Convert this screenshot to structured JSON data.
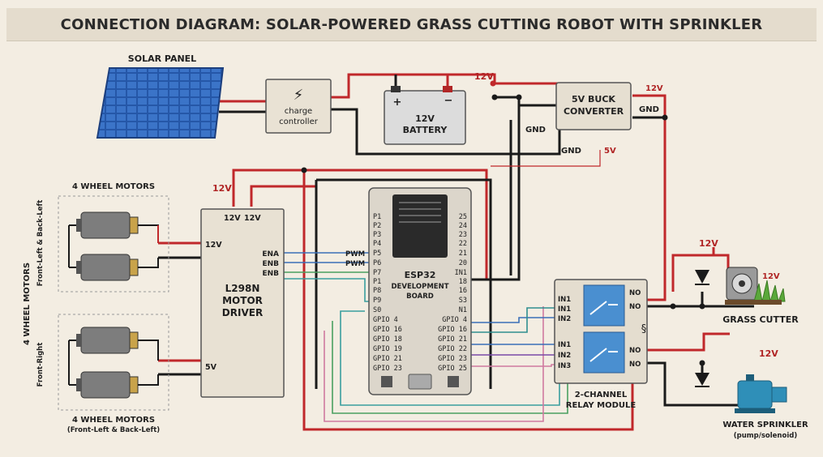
{
  "title": "CONNECTION DIAGRAM: SOLAR-POWERED GRASS CUTTING ROBOT WITH SPRINKLER",
  "solar_panel": {
    "label": "SOLAR PANEL"
  },
  "charge_controller": {
    "line1": "charge",
    "line2": "controller"
  },
  "battery": {
    "line1": "12V",
    "line2": "BATTERY",
    "plus": "+",
    "minus": "−"
  },
  "buck": {
    "line1": "5V BUCK",
    "line2": "CONVERTER",
    "out_12v": "12V",
    "gnd_right": "GND",
    "gnd_left": "GND",
    "gnd_bottom": "GND",
    "out_5v": "5V"
  },
  "rail_12v_top": "12V",
  "motors_top": {
    "label": "4 WHEEL MOTORS",
    "side_label": "Front-Left & Back-Left"
  },
  "motors_bottom": {
    "label_line1": "4 WHEEL MOTORS",
    "label_line2": "(Front-Left & Back-Left)",
    "side_label": "Front-Right"
  },
  "motors_vertical_label": "4 WHEEL MOTORS",
  "driver": {
    "line1": "L298N",
    "line2": "MOTOR",
    "line3": "DRIVER",
    "pin_12v_a": "12V",
    "pin_12v_b": "12V",
    "pin_12v_in": "12V",
    "pin_5v": "5V",
    "supply_label": "12V",
    "ena": "ENA",
    "enb_a": "ENB",
    "enb_b": "ENB"
  },
  "pwm_labels": [
    "PWM",
    "PWM"
  ],
  "esp32": {
    "line1": "ESP32",
    "line2": "DEVELOPMENT",
    "line3": "BOARD",
    "left_pins": [
      "P1",
      "P2",
      "P3",
      "P4",
      "P5",
      "P6",
      "P7",
      "P1",
      "P8",
      "P9",
      "S0",
      "GPIO 4",
      "GPIO 16",
      "GPIO 18",
      "GPIO 19",
      "GPIO 21",
      "GPIO 23"
    ],
    "right_pins": [
      "25",
      "24",
      "23",
      "22",
      "21",
      "20",
      "IN1",
      "18",
      "16",
      "S3",
      "N1",
      "GPIO 4",
      "GPIO 16",
      "GPIO 21",
      "GPIO 22",
      "GPIO 23",
      "GPIO 25"
    ]
  },
  "relay": {
    "line1": "2-CHANNEL",
    "line2": "RELAY MODULE",
    "inputs_top": [
      "IN1",
      "IN1",
      "IN2"
    ],
    "inputs_bottom": [
      "IN1",
      "IN2",
      "IN3"
    ],
    "outputs_top": [
      "NO",
      "NO"
    ],
    "outputs_bottom": [
      "NO",
      "NO"
    ]
  },
  "grass_cutter": {
    "label": "GRASS CUTTER",
    "supply_label": "12V",
    "supply_label_right": "12V"
  },
  "sprinkler": {
    "label_line1": "WATER SPRINKLER",
    "label_line2": "(pump/solenoid)",
    "supply_label": "12V"
  },
  "colors": {
    "power": "#c0282b",
    "ground": "#1a1a1a",
    "background": "#f3ede2",
    "solar_blue": "#2557a8",
    "relay_blue": "#4a8fd0",
    "pump_teal": "#2f8fb8",
    "grass": "#5aa83a"
  }
}
